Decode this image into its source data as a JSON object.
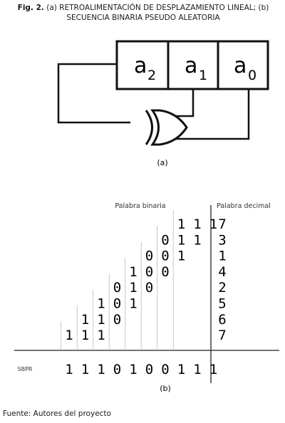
{
  "caption": {
    "label": "Fig. 2.",
    "text": "(a) RETROALIMENTACIÓN DE DESPLAZAMIENTO LINEAL; (b) SECUENCIA BINARIA PSEUDO ALEATORIA"
  },
  "diagram_a": {
    "registers": [
      {
        "base": "a",
        "sub": "2"
      },
      {
        "base": "a",
        "sub": "1"
      },
      {
        "base": "a",
        "sub": "0"
      }
    ],
    "label": "(a)"
  },
  "diagram_b": {
    "header_binary": "Palabra binaria",
    "header_decimal": "Palabra decimal",
    "rows": [
      {
        "bits": [
          "1",
          "1",
          "1"
        ],
        "dec": "7"
      },
      {
        "bits": [
          "0",
          "1",
          "1"
        ],
        "dec": "3"
      },
      {
        "bits": [
          "0",
          "0",
          "1"
        ],
        "dec": "1"
      },
      {
        "bits": [
          "1",
          "0",
          "0"
        ],
        "dec": "4"
      },
      {
        "bits": [
          "0",
          "1",
          "0"
        ],
        "dec": "2"
      },
      {
        "bits": [
          "1",
          "0",
          "1"
        ],
        "dec": "5"
      },
      {
        "bits": [
          "1",
          "1",
          "0"
        ],
        "dec": "6"
      },
      {
        "bits": [
          "1",
          "1",
          "1"
        ],
        "dec": "7"
      }
    ],
    "sbpr_label": "SBPR",
    "sbpr_bits": [
      "1",
      "1",
      "1",
      "0",
      "1",
      "0",
      "0",
      "1",
      "1",
      "1"
    ],
    "label": "(b)"
  },
  "source": "Fuente: Autores del proyecto"
}
